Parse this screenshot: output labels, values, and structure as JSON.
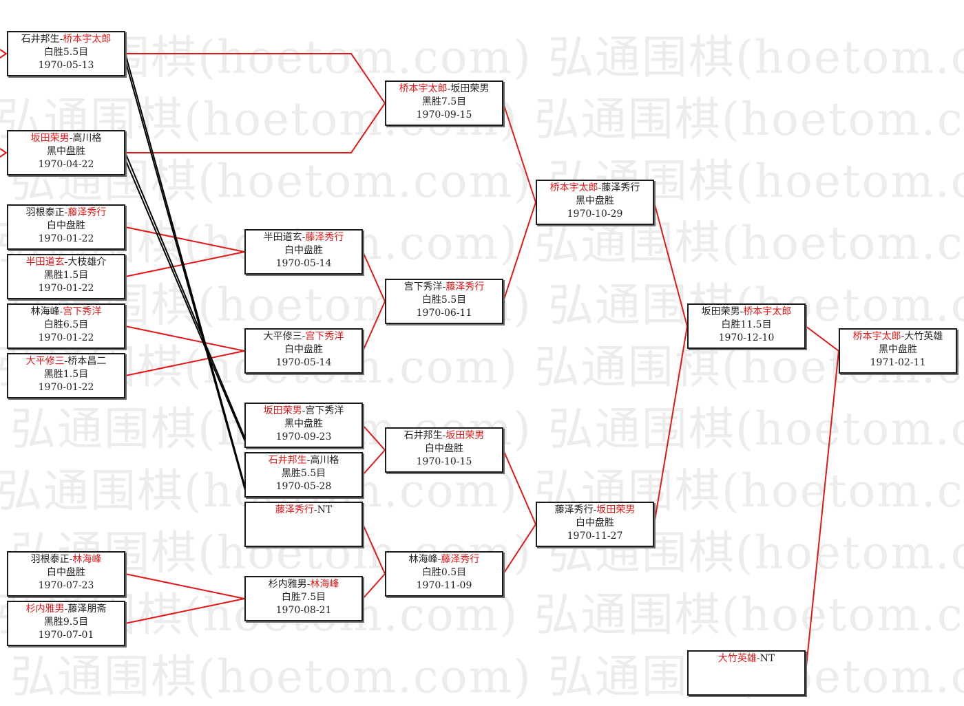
{
  "watermark": {
    "text": "弘通围棋(hoetom.com) 弘通围棋(hoetom.com) 弘通围棋"
  },
  "colors": {
    "winner": "#e01818",
    "text": "#222222",
    "line_win": "#e01818",
    "line_loss": "#000000"
  },
  "games": [
    {
      "id": "g1",
      "p1": "石井邦生",
      "p2": "桥本宇太郎",
      "winner": 2,
      "result": "白胜5.5目",
      "date": "1970-05-13"
    },
    {
      "id": "g2",
      "p1": "坂田荣男",
      "p2": "高川格",
      "winner": 1,
      "result": "黑中盘胜",
      "date": "1970-04-22"
    },
    {
      "id": "g3",
      "p1": "羽根泰正",
      "p2": "藤泽秀行",
      "winner": 2,
      "result": "白中盘胜",
      "date": "1970-01-22"
    },
    {
      "id": "g4",
      "p1": "半田道玄",
      "p2": "大枝雄介",
      "winner": 1,
      "result": "黑胜1.5目",
      "date": "1970-01-22"
    },
    {
      "id": "g5",
      "p1": "林海峰",
      "p2": "宫下秀洋",
      "winner": 2,
      "result": "白胜6.5目",
      "date": "1970-01-22"
    },
    {
      "id": "g6",
      "p1": "大平修三",
      "p2": "桥本昌二",
      "winner": 1,
      "result": "黑胜1.5目",
      "date": "1970-01-22"
    },
    {
      "id": "g7",
      "p1": "羽根泰正",
      "p2": "林海峰",
      "winner": 2,
      "result": "白中盘胜",
      "date": "1970-07-23"
    },
    {
      "id": "g8",
      "p1": "杉内雅男",
      "p2": "藤泽朋斋",
      "winner": 1,
      "result": "黑胜9.5目",
      "date": "1970-07-01"
    },
    {
      "id": "g9",
      "p1": "半田道玄",
      "p2": "藤泽秀行",
      "winner": 2,
      "result": "白中盘胜",
      "date": "1970-05-14"
    },
    {
      "id": "g10",
      "p1": "大平修三",
      "p2": "宫下秀洋",
      "winner": 2,
      "result": "白中盘胜",
      "date": "1970-05-14"
    },
    {
      "id": "g11",
      "p1": "坂田荣男",
      "p2": "宫下秀洋",
      "winner": 1,
      "result": "黑中盘胜",
      "date": "1970-09-23"
    },
    {
      "id": "g12",
      "p1": "石井邦生",
      "p2": "高川格",
      "winner": 1,
      "result": "黑胜5.5目",
      "date": "1970-05-28"
    },
    {
      "id": "g13",
      "p1": "藤泽秀行",
      "p2": "NT",
      "winner": 1,
      "result": "",
      "date": ""
    },
    {
      "id": "g14",
      "p1": "杉内雅男",
      "p2": "林海峰",
      "winner": 2,
      "result": "白胜7.5目",
      "date": "1970-08-21"
    },
    {
      "id": "g15",
      "p1": "桥本宇太郎",
      "p2": "坂田荣男",
      "winner": 1,
      "result": "黑胜7.5目",
      "date": "1970-09-15"
    },
    {
      "id": "g16",
      "p1": "宫下秀洋",
      "p2": "藤泽秀行",
      "winner": 2,
      "result": "白胜5.5目",
      "date": "1970-06-11"
    },
    {
      "id": "g17",
      "p1": "石井邦生",
      "p2": "坂田荣男",
      "winner": 2,
      "result": "白中盘胜",
      "date": "1970-10-15"
    },
    {
      "id": "g18",
      "p1": "林海峰",
      "p2": "藤泽秀行",
      "winner": 2,
      "result": "白胜0.5目",
      "date": "1970-11-09"
    },
    {
      "id": "g19",
      "p1": "桥本宇太郎",
      "p2": "藤泽秀行",
      "winner": 1,
      "result": "黑中盘胜",
      "date": "1970-10-29"
    },
    {
      "id": "g20",
      "p1": "藤泽秀行",
      "p2": "坂田荣男",
      "winner": 2,
      "result": "白中盘胜",
      "date": "1970-11-27"
    },
    {
      "id": "g21",
      "p1": "坂田荣男",
      "p2": "桥本宇太郎",
      "winner": 2,
      "result": "白胜11.5目",
      "date": "1970-12-10"
    },
    {
      "id": "g22",
      "p1": "大竹英雄",
      "p2": "NT",
      "winner": 1,
      "result": "",
      "date": ""
    },
    {
      "id": "g23",
      "p1": "桥本宇太郎",
      "p2": "大竹英雄",
      "winner": 1,
      "result": "黑中盘胜",
      "date": "1971-02-11"
    }
  ]
}
